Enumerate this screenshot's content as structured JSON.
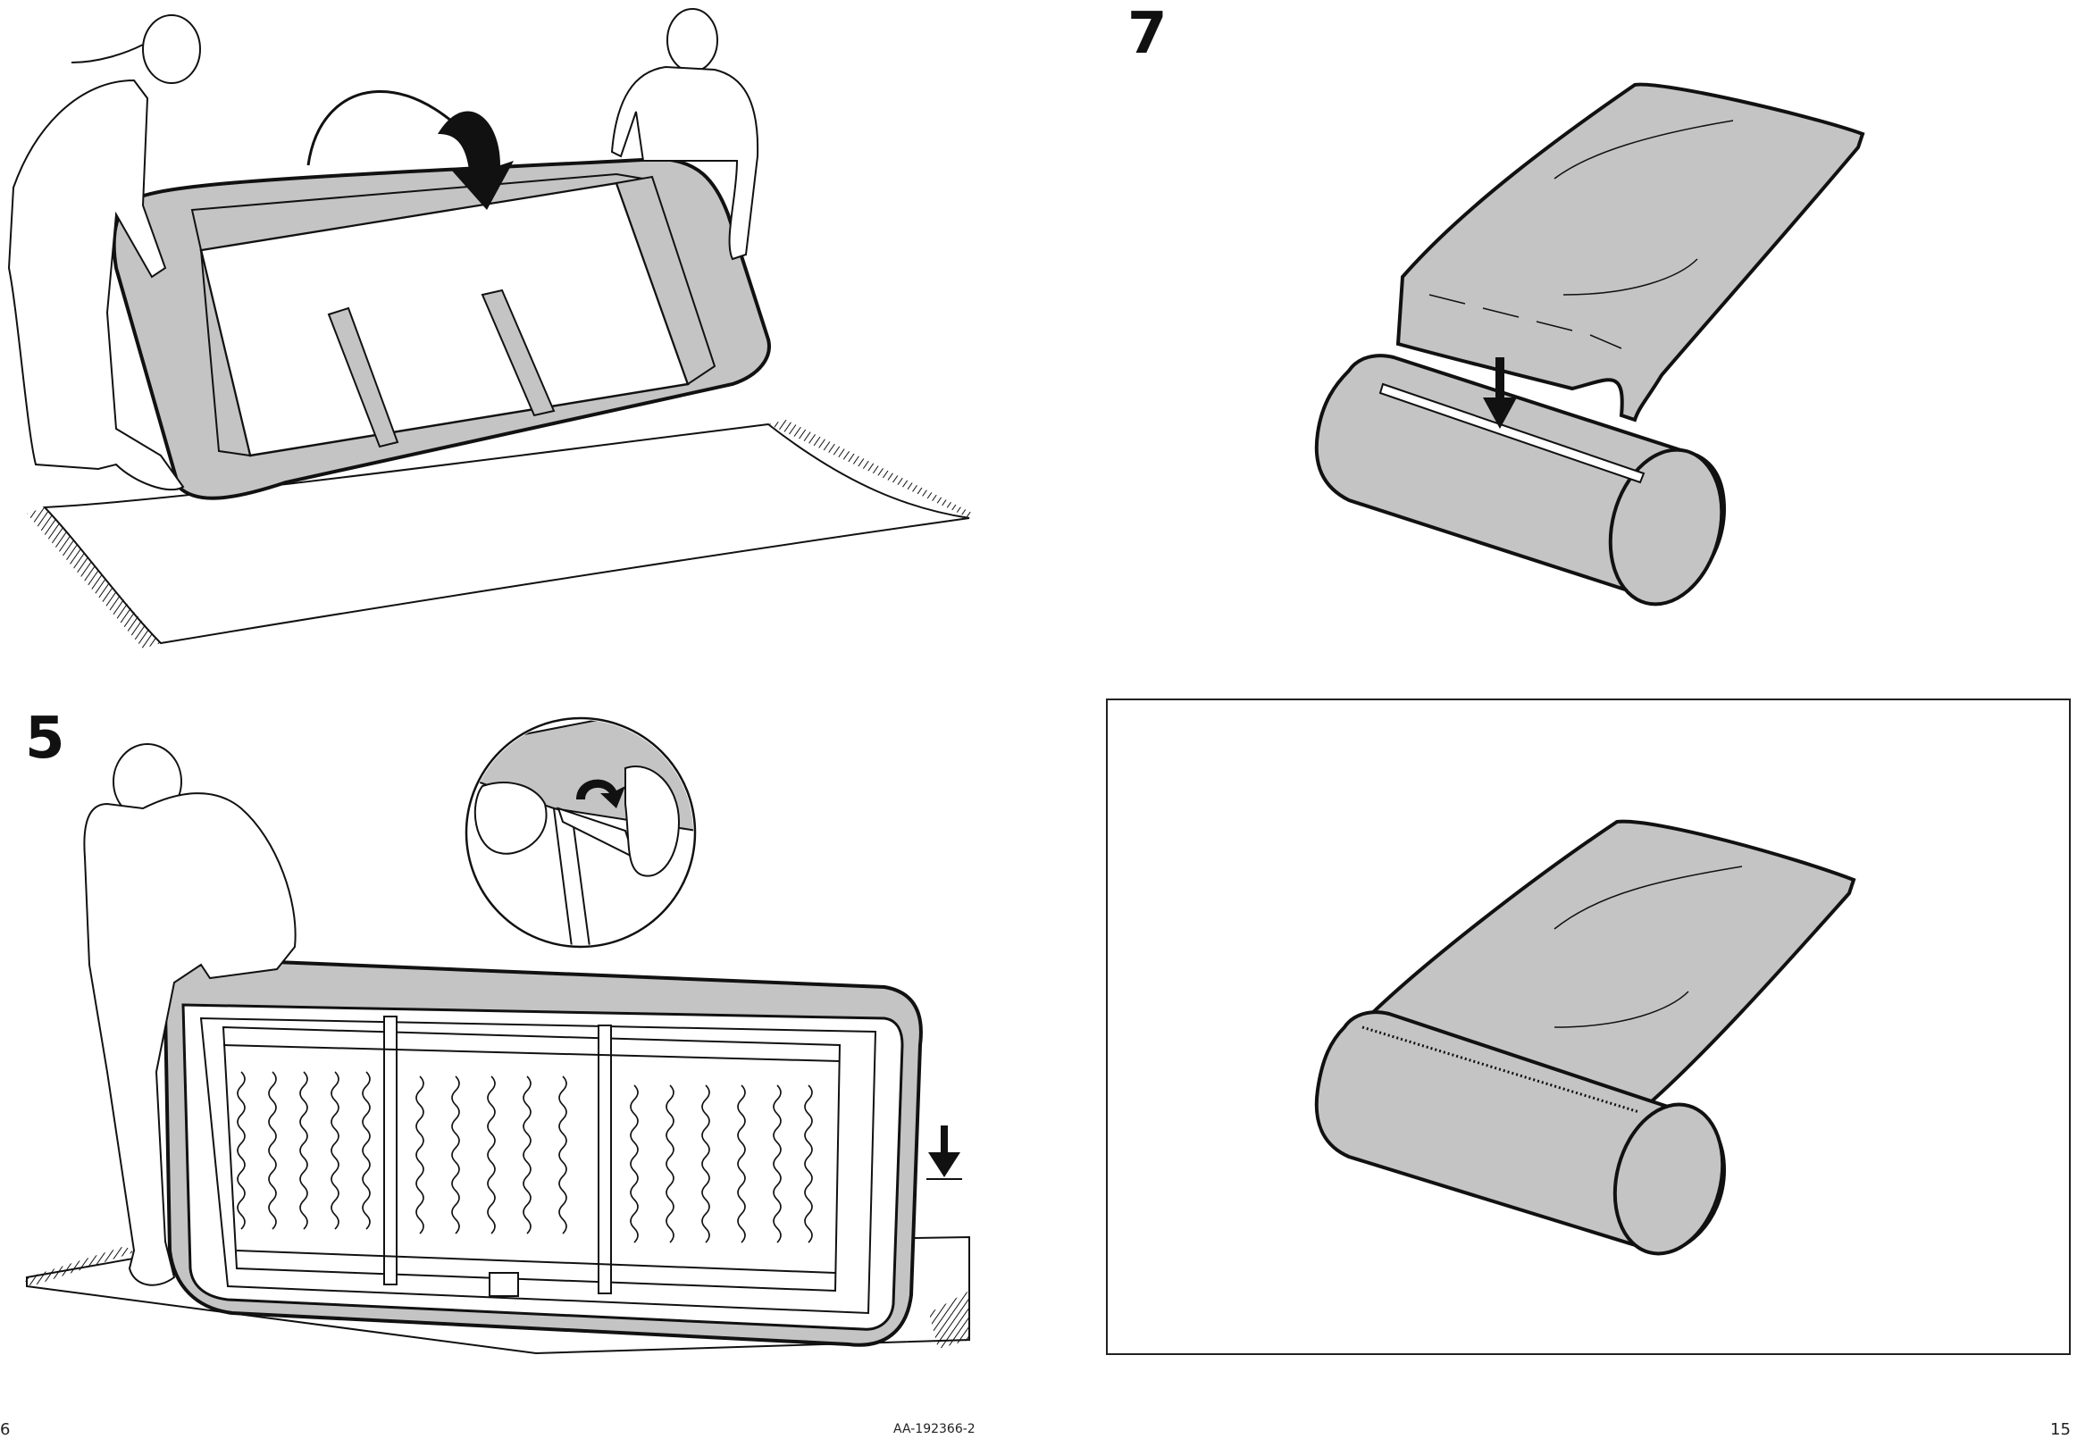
{
  "steps": {
    "step_5": "5",
    "step_7": "7"
  },
  "footer": {
    "page_left": "6",
    "document_id": "AA-192366-2",
    "page_right": "15"
  },
  "colors": {
    "fabric_gray": "#c4c4c4",
    "line_black": "#111111",
    "background": "#ffffff"
  }
}
